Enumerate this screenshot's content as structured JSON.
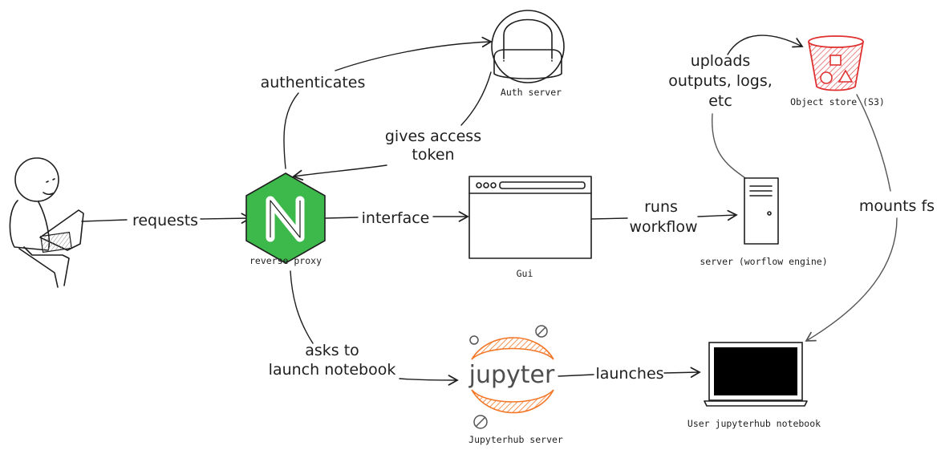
{
  "colors": {
    "ink": "#1e1e1e",
    "nginx_green": "#3db84a",
    "jupyter_orange": "#f37726",
    "s3_red": "#e03131"
  },
  "nodes": {
    "user": {
      "icon": "person-with-laptop-icon"
    },
    "nginx": {
      "icon": "nginx-logo-icon",
      "logo_letter": "N",
      "label": "reverse proxy"
    },
    "auth": {
      "icon": "padlock-icon",
      "label": "Auth server"
    },
    "gui": {
      "icon": "browser-window-icon",
      "label": "Gui"
    },
    "server": {
      "icon": "server-tower-icon",
      "label": "server (worflow engine)"
    },
    "s3": {
      "icon": "bucket-icon",
      "label": "Object store (S3)"
    },
    "jupyterhub": {
      "icon": "jupyter-logo-icon",
      "logo_text": "jupyter",
      "label": "Jupyterhub server"
    },
    "notebook": {
      "icon": "laptop-icon",
      "label": "User jupyterhub notebook"
    }
  },
  "edges": {
    "requests": "requests",
    "authenticates": "authenticates",
    "gives_access_token": [
      "gives access",
      "token"
    ],
    "interface": "interface",
    "runs_workflow": [
      "runs",
      "workflow"
    ],
    "uploads": [
      "uploads",
      "outputs, logs,",
      "etc"
    ],
    "mounts_fs": "mounts fs",
    "asks_to_launch": [
      "asks to",
      "launch notebook"
    ],
    "launches": "launches"
  }
}
